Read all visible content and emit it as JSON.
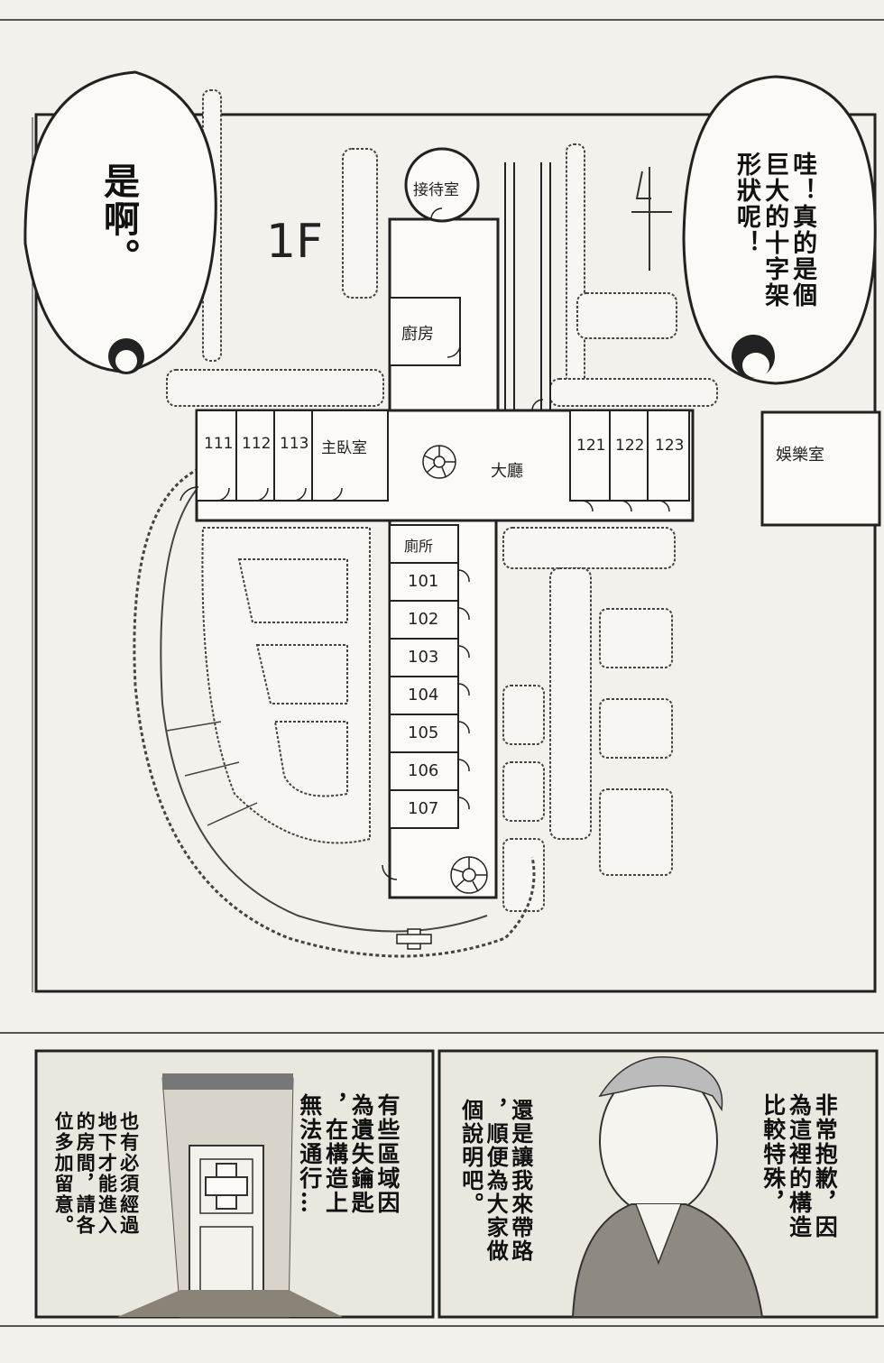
{
  "map": {
    "floor_label": "1F",
    "rooms": {
      "reception": "接待室",
      "kitchen": "廚房",
      "hall": "大廳",
      "toilet": "廁所",
      "master_bedroom": "主臥室",
      "recreation": "娛樂室",
      "r111": "111",
      "r112": "112",
      "r113": "113",
      "r121": "121",
      "r122": "122",
      "r123": "123",
      "r101": "101",
      "r102": "102",
      "r103": "103",
      "r104": "104",
      "r105": "105",
      "r106": "106",
      "r107": "107"
    }
  },
  "bubbles": {
    "left_top": "是啊。",
    "right_top": [
      "哇！真的是個",
      "巨大的十字架",
      "形狀呢！"
    ],
    "bottom_right_1": [
      "非常抱歉，因",
      "為這裡的構造",
      "比較特殊，"
    ],
    "bottom_right_2": [
      "還是讓我來帶路",
      "，順便為大家做",
      "個說明吧。"
    ],
    "bottom_left_1": [
      "有些區域因",
      "為遺失鑰匙",
      "，在構造上",
      "無法通行…"
    ],
    "bottom_left_2": [
      "也有必須經過",
      "地下才能進入",
      "的房間，請各",
      "位多加留意。"
    ]
  }
}
